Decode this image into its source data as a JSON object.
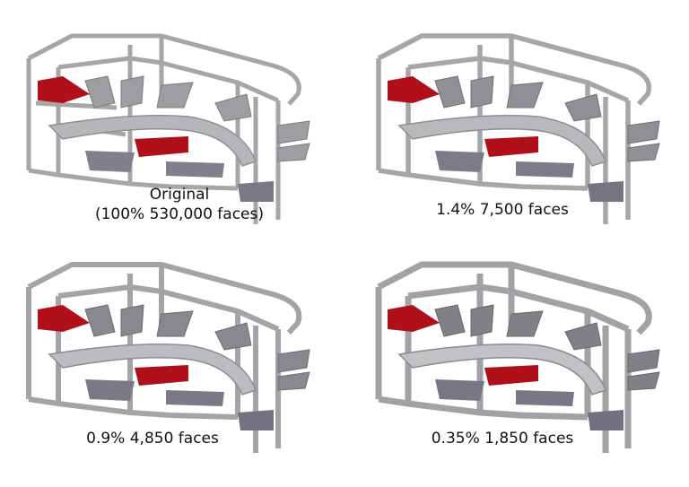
{
  "figure": {
    "panels": [
      {
        "id": "original",
        "caption_line1": "Original",
        "caption_line2": "(100% 530,000 faces)",
        "percent": "100%",
        "faces": "530,000"
      },
      {
        "id": "lod-1",
        "caption_line1": "1.4% 7,500 faces",
        "caption_line2": "",
        "percent": "1.4%",
        "faces": "7,500"
      },
      {
        "id": "lod-2",
        "caption_line1": "0.9% 4,850 faces",
        "caption_line2": "",
        "percent": "0.9%",
        "faces": "4,850"
      },
      {
        "id": "lod-3",
        "caption_line1": "0.35% 1,850 faces",
        "caption_line2": "",
        "percent": "0.35%",
        "faces": "1,850"
      }
    ],
    "colors": {
      "frame": "#a9a9ab",
      "frame_dark": "#8a8a8e",
      "conveyor": "#b8b8bc",
      "box_red": "#b0101a",
      "tray": "#7f7f8c",
      "background": "#ffffff"
    }
  }
}
